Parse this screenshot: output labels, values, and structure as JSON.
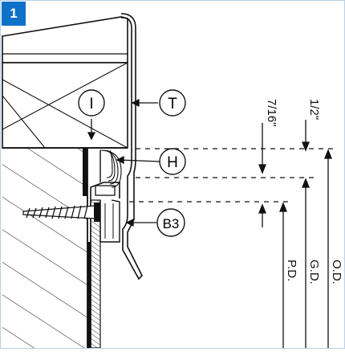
{
  "figure": {
    "number": "1",
    "accent_color": "#0e72c8",
    "callouts": {
      "i": "I",
      "t": "T",
      "h": "H",
      "b3": "B3"
    },
    "dimensions": {
      "seven_sixteenths": "7/16\"",
      "half": "1/2\"",
      "pd": "P.D.",
      "gd": "G.D.",
      "od": "O.D."
    }
  }
}
